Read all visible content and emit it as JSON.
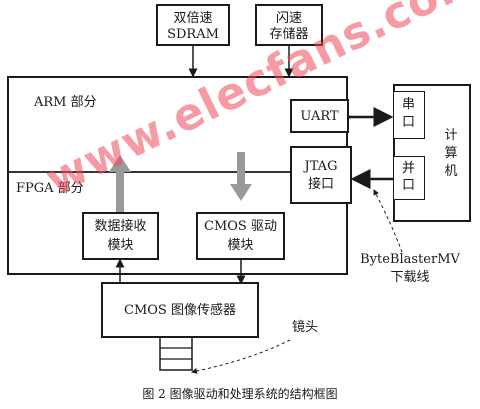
{
  "blocks": {
    "ddr_sdram": [
      "双倍速",
      "SDRAM"
    ],
    "flash": [
      "闪速",
      "存储器"
    ],
    "arm_part": "ARM 部分",
    "fpga_part": "FPGA 部分",
    "uart": "UART",
    "jtag": [
      "JTAG",
      "接口"
    ],
    "serial_port": [
      "串",
      "口"
    ],
    "parallel_port": [
      "并",
      "口"
    ],
    "computer": [
      "计",
      "算",
      "机"
    ],
    "data_recv": [
      "数据接收",
      "模块"
    ],
    "cmos_driver": [
      "CMOS 驱动",
      "模块"
    ],
    "cmos_sensor": "CMOS 图像传感器",
    "byteblaster": [
      "ByteBlasterMV",
      "下载线"
    ],
    "lens": "镜头"
  },
  "caption": "图 2   图像驱动和处理系统的结构框图",
  "watermark": "www.elecfans.com"
}
